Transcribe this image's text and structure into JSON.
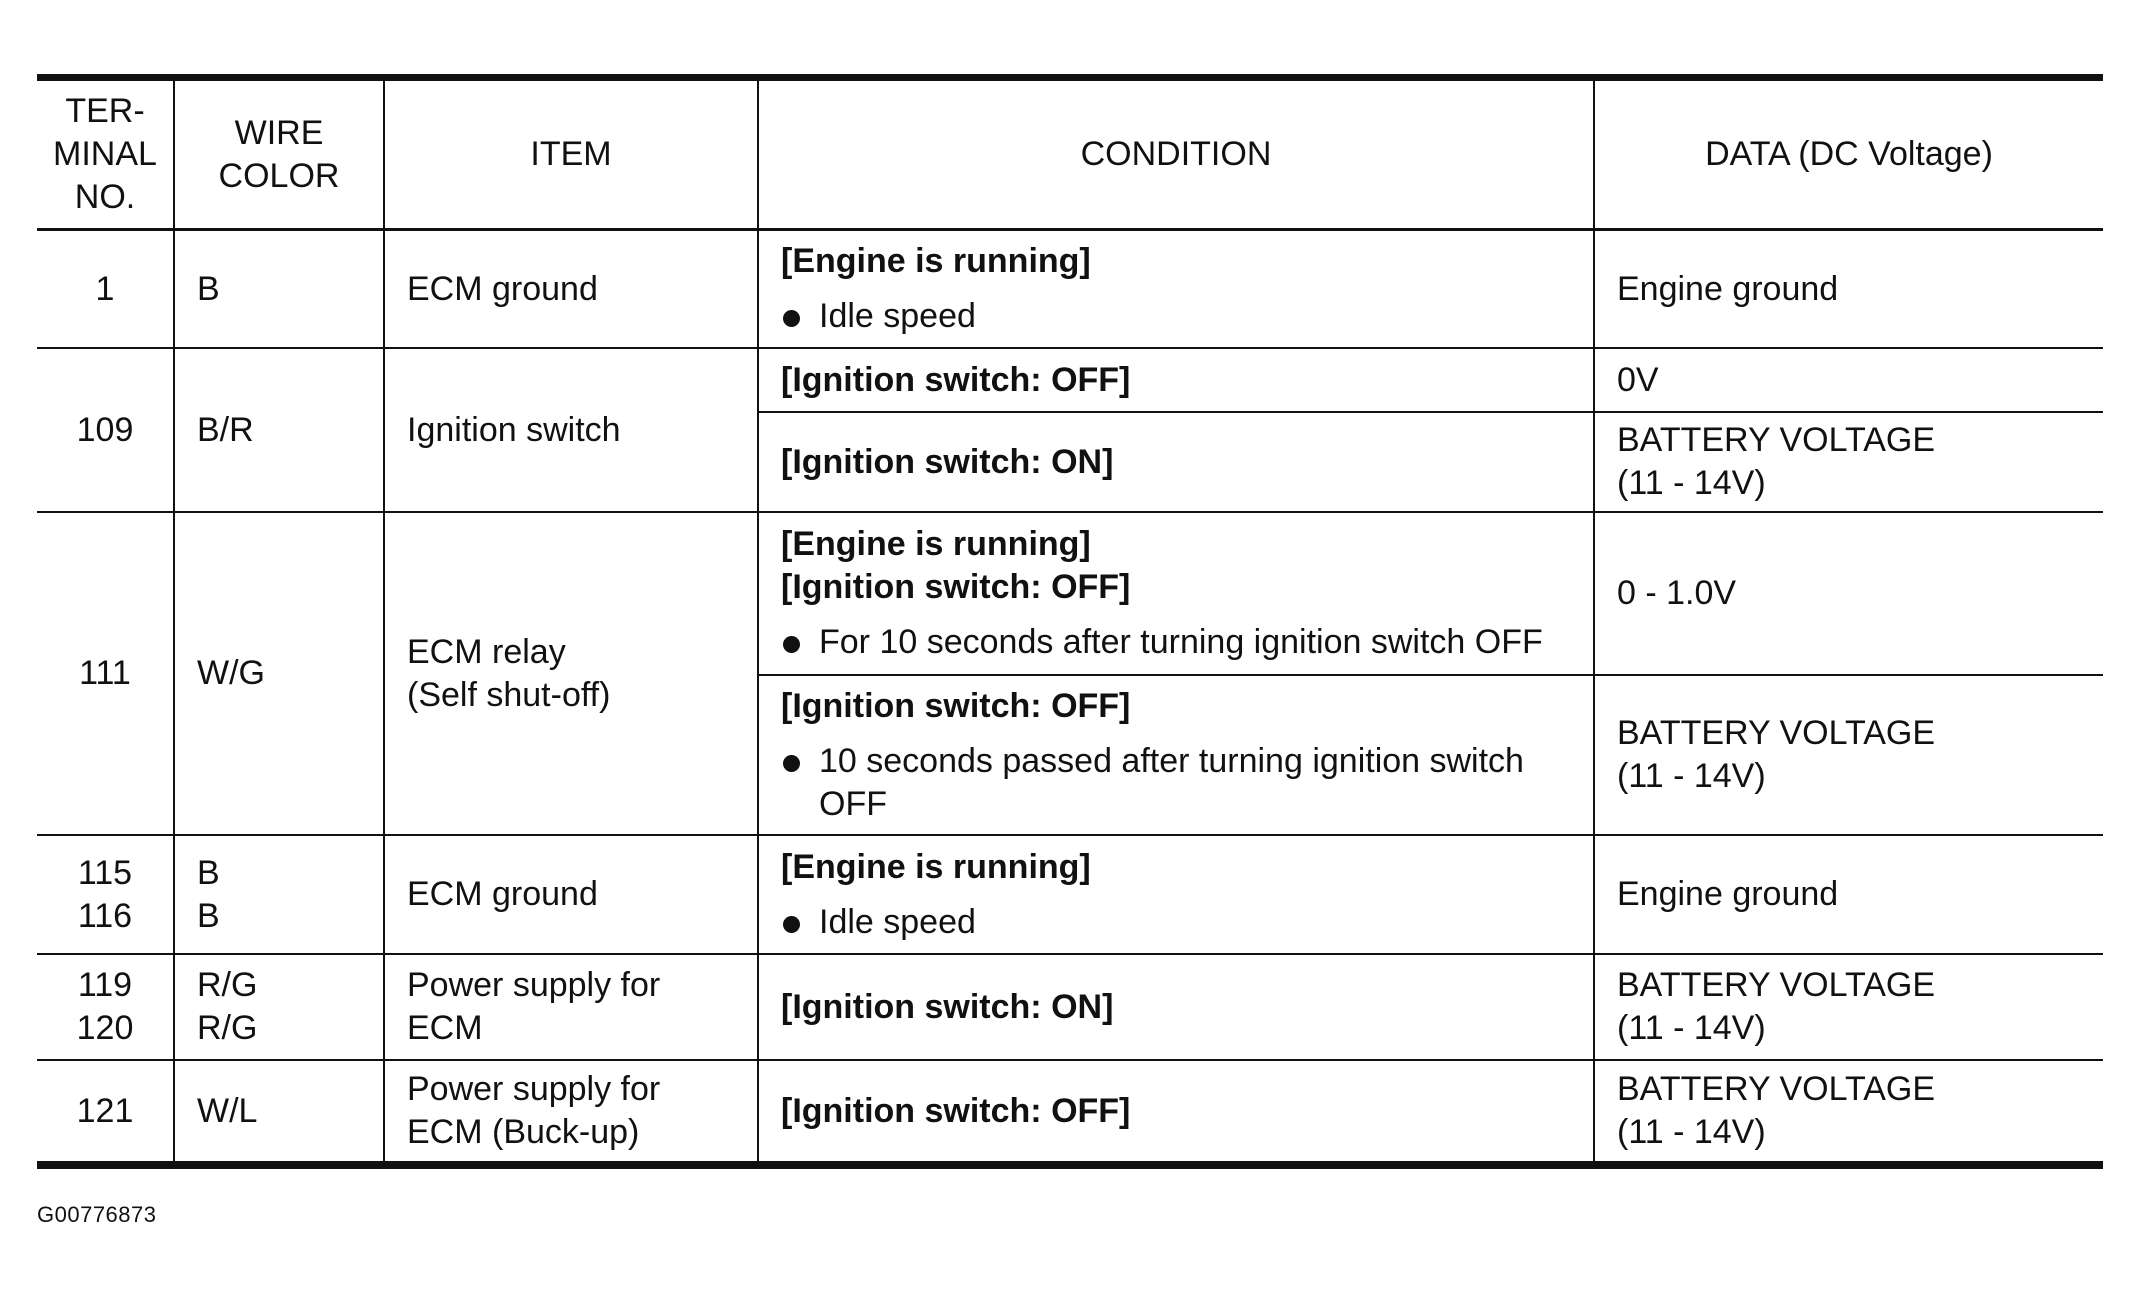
{
  "table": {
    "headers": {
      "terminal": [
        "TER-",
        "MINAL",
        "NO."
      ],
      "wire": [
        "WIRE",
        "COLOR"
      ],
      "item": "ITEM",
      "condition": "CONDITION",
      "data": "DATA (DC Voltage)"
    },
    "rows": [
      {
        "terminals": [
          "1"
        ],
        "wires": [
          "B"
        ],
        "item": [
          "ECM ground"
        ],
        "conditions": [
          {
            "head": [
              "[Engine is running]"
            ],
            "bullet": "Idle speed",
            "data": [
              "Engine ground"
            ]
          }
        ]
      },
      {
        "terminals": [
          "109"
        ],
        "wires": [
          "B/R"
        ],
        "item": [
          "Ignition switch"
        ],
        "conditions": [
          {
            "head": [
              "[Ignition switch: OFF]"
            ],
            "data": [
              "0V"
            ]
          },
          {
            "head": [
              "[Ignition switch: ON]"
            ],
            "data": [
              "BATTERY VOLTAGE",
              "(11 - 14V)"
            ]
          }
        ]
      },
      {
        "terminals": [
          "111"
        ],
        "wires": [
          "W/G"
        ],
        "item": [
          "ECM relay",
          "(Self shut-off)"
        ],
        "conditions": [
          {
            "head": [
              "[Engine is running]",
              "[Ignition switch: OFF]"
            ],
            "bullet": "For 10 seconds after turning ignition switch OFF",
            "data": [
              "0 - 1.0V"
            ]
          },
          {
            "head": [
              "[Ignition switch: OFF]"
            ],
            "bullet": "10 seconds passed after turning ignition switch OFF",
            "data": [
              "BATTERY VOLTAGE",
              "(11 - 14V)"
            ]
          }
        ]
      },
      {
        "terminals": [
          "115",
          "116"
        ],
        "wires": [
          "B",
          "B"
        ],
        "item": [
          "ECM ground"
        ],
        "conditions": [
          {
            "head": [
              "[Engine is running]"
            ],
            "bullet": "Idle speed",
            "data": [
              "Engine ground"
            ]
          }
        ]
      },
      {
        "terminals": [
          "119",
          "120"
        ],
        "wires": [
          "R/G",
          "R/G"
        ],
        "item": [
          "Power supply for",
          "ECM"
        ],
        "conditions": [
          {
            "head": [
              "[Ignition switch: ON]"
            ],
            "data": [
              "BATTERY VOLTAGE",
              "(11 - 14V)"
            ]
          }
        ]
      },
      {
        "terminals": [
          "121"
        ],
        "wires": [
          "W/L"
        ],
        "item": [
          "Power supply for",
          "ECM (Buck-up)"
        ],
        "conditions": [
          {
            "head": [
              "[Ignition switch: OFF]"
            ],
            "data": [
              "BATTERY VOLTAGE",
              "(11 - 14V)"
            ]
          }
        ]
      }
    ]
  },
  "figure_id": "G00776873"
}
